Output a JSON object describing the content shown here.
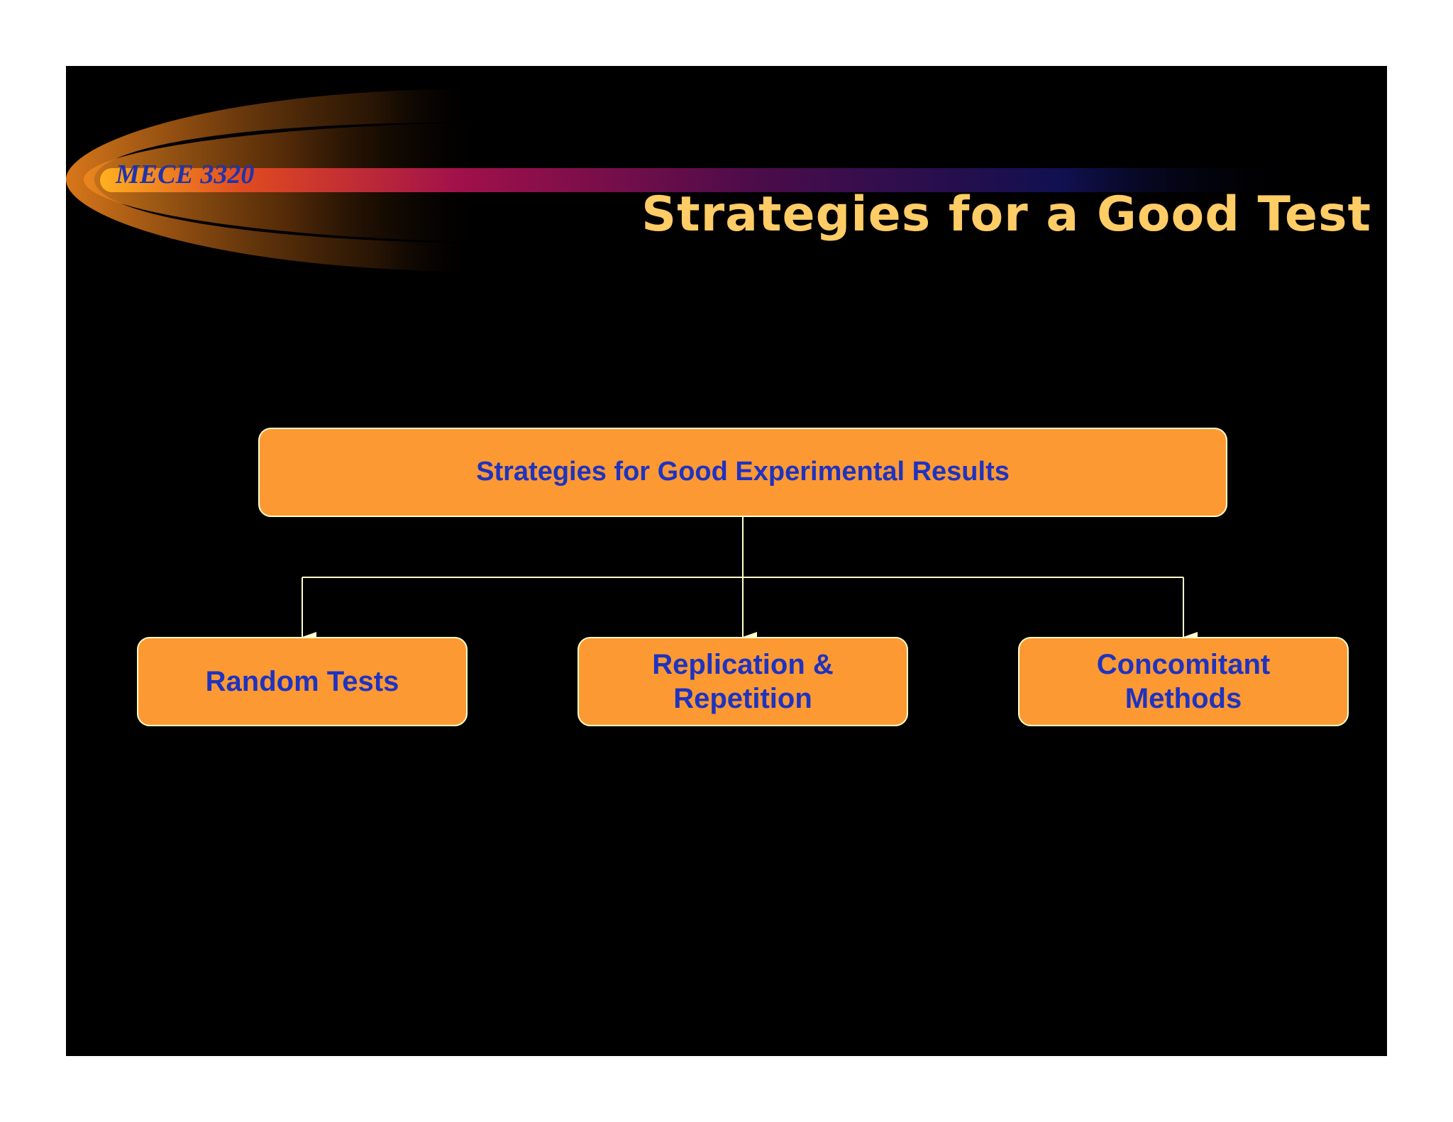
{
  "slide": {
    "course_label": "MECE 3320",
    "title": "Strategies for a Good Test"
  },
  "diagram": {
    "root": {
      "label": "Strategies for Good Experimental Results"
    },
    "children": [
      {
        "line1": "Random Tests",
        "line2": ""
      },
      {
        "line1": "Replication &",
        "line2": "Repetition"
      },
      {
        "line1": "Concomitant",
        "line2": "Methods"
      }
    ]
  },
  "colors": {
    "background": "#000000",
    "title": "#ffcc66",
    "node_fill": "#fd9933",
    "node_border": "#ffffcc",
    "node_text": "#1f33bf",
    "connector": "#ffffcc",
    "course_label": "#2233aa"
  }
}
